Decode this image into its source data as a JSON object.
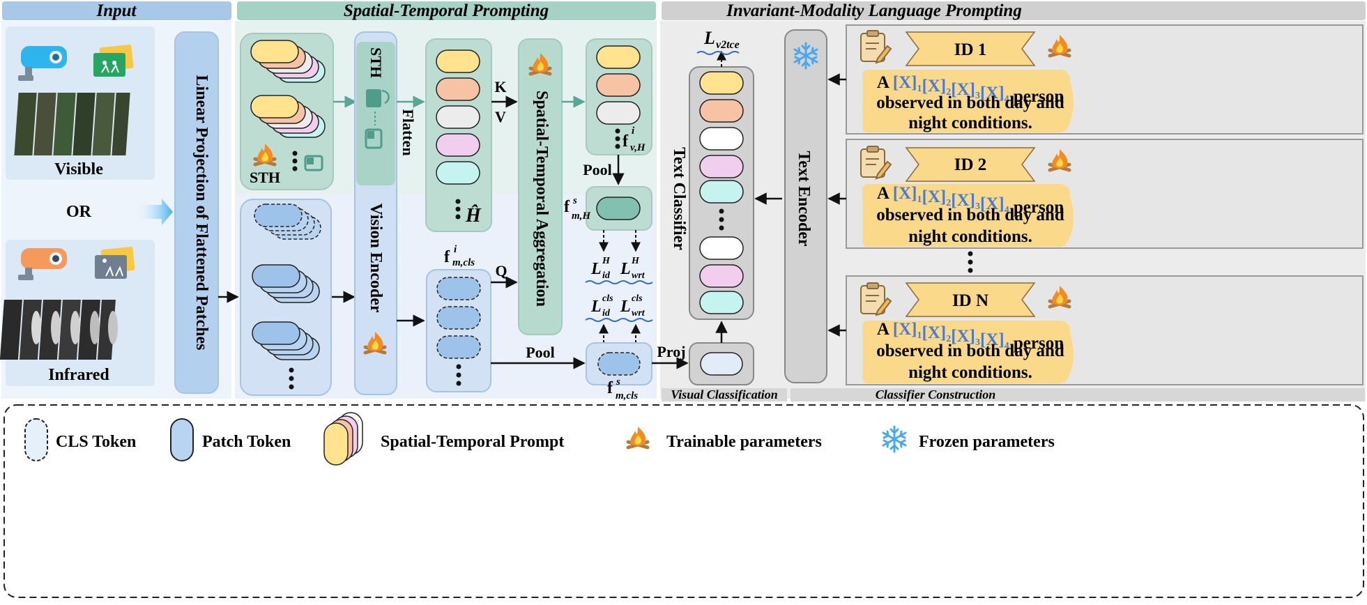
{
  "sections": {
    "input": "Input",
    "spatial_temporal": "Spatial-Temporal Prompting",
    "language": "Invariant-Modality Language Prompting"
  },
  "input": {
    "visible": "Visible",
    "or": "OR",
    "infrared": "Infrared",
    "linear_projection": "Linear Projection of Flattened Patches"
  },
  "stp": {
    "sth_label": "STH",
    "sth_inner": "STH",
    "flatten": "Flatten",
    "vision_encoder": "Vision Encoder",
    "k": "K",
    "v": "V",
    "q": "Q",
    "aggregation": "Spatial-Temporal Aggregation",
    "h_hat": "Ĥ",
    "pool_top": "Pool",
    "pool_bottom": "Pool",
    "proj": "Proj",
    "f_base": "f",
    "f_vH_sup": "i",
    "f_vH_sub": "v,H",
    "f_mH_sup": "s",
    "f_mH_sub": "m,H",
    "f_mcls_sup": "i",
    "f_mcls_sub": "m,cls",
    "f_smcls_sup": "s",
    "f_smcls_sub": "m,cls",
    "loss_base": "L",
    "L_id_H_sup": "H",
    "L_id_H_sub": "id",
    "L_wrt_H_sup": "H",
    "L_wrt_H_sub": "wrt",
    "L_id_cls_sup": "cls",
    "L_id_cls_sub": "id",
    "L_wrt_cls_sup": "cls",
    "L_wrt_cls_sub": "wrt",
    "L_v2tce_sub": "v2tce"
  },
  "language": {
    "text_classifier": "Text Classifier",
    "text_encoder": "Text Encoder",
    "visual_classification": "Visual Classification",
    "classifier_construction": "Classifier Construction",
    "ids": [
      {
        "id": "ID 1",
        "line1_prefix": "A",
        "line1_suffix": "person",
        "line2": "observed in both day and",
        "line3": "night conditions."
      },
      {
        "id": "ID 2",
        "line1_prefix": "A",
        "line1_suffix": "person",
        "line2": "observed in both day and",
        "line3": "night conditions."
      },
      {
        "id": "ID N",
        "line1_prefix": "A",
        "line1_suffix": "person",
        "line2": "observed in both day and",
        "line3": "night conditions."
      }
    ],
    "token_x": "[X]",
    "token_subs": [
      "1",
      "2",
      "3",
      "4"
    ]
  },
  "legend": {
    "cls_token": "CLS Token",
    "patch_token": "Patch Token",
    "st_prompt": "Spatial-Temporal Prompt",
    "trainable": "Trainable parameters",
    "frozen": "Frozen parameters"
  },
  "colors": {
    "input_header": "#a8c8e8",
    "stp_header": "#a5d2c4",
    "lang_header": "#d0d0d0",
    "input_bg": "#eef4fb",
    "stp_bg": "#e6f2ef",
    "lang_bg": "#ececec",
    "yellow": "#ffe38f",
    "peach": "#f6c3a4",
    "gray_token": "#ececec",
    "pink": "#f1cdee",
    "cyan": "#c5f4f0",
    "blue_token": "#9dc3ea",
    "teal": "#82c0b0",
    "prompt_fill": "#fbd98b",
    "token_blue": "#4b7bd0"
  }
}
